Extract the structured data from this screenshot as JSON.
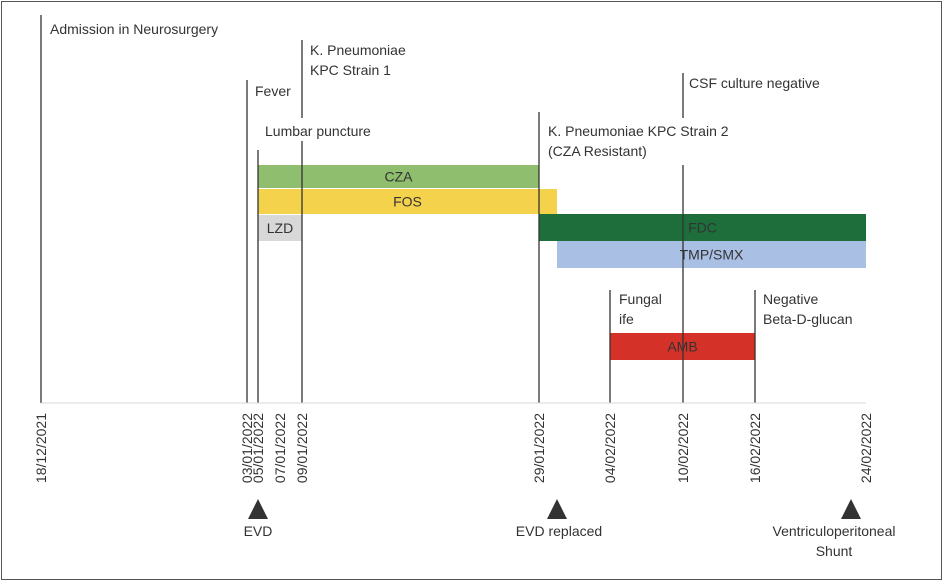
{
  "timeline": {
    "dates": [
      "18/12/2021",
      "03/01/2022",
      "05/01/2022",
      "07/01/2022",
      "09/01/2022",
      "29/01/2022",
      "04/02/2022",
      "10/02/2022",
      "16/02/2022",
      "24/02/2022"
    ],
    "events": [
      {
        "id": "admission",
        "lines": [
          "Admission in Neurosurgery"
        ]
      },
      {
        "id": "fever",
        "lines": [
          "Fever"
        ]
      },
      {
        "id": "lumbar",
        "lines": [
          "Lumbar puncture"
        ]
      },
      {
        "id": "kpc1",
        "lines": [
          "K. Pneumoniae",
          "KPC Strain 1"
        ]
      },
      {
        "id": "kpc2",
        "lines": [
          "K. Pneumoniae  KPC Strain 2",
          "(CZA Resistant)"
        ]
      },
      {
        "id": "csf",
        "lines": [
          "CSF culture negative"
        ]
      },
      {
        "id": "fungal",
        "lines": [
          "Fungal",
          " ife"
        ]
      },
      {
        "id": "glucan",
        "lines": [
          "Negative",
          "Beta-D-glucan"
        ]
      }
    ],
    "therapies": [
      {
        "label": "CZA",
        "start": "05/01/2022",
        "end": "29/01/2022",
        "color": "#8fbe6e",
        "text_color": "#222222"
      },
      {
        "label": "FOS",
        "start": "05/01/2022",
        "end": "31/01/2022",
        "color": "#f5d24b",
        "text_color": "#222222"
      },
      {
        "label": "LZD",
        "start": "05/01/2022",
        "end": "09/01/2022",
        "color": "#d8d8d8",
        "text_color": "#222222"
      },
      {
        "label": "FDC",
        "start": "29/01/2022",
        "end": "24/02/2022",
        "color": "#1e6e3c",
        "text_color": "#ffffff"
      },
      {
        "label": "TMP/SMX",
        "start": "31/01/2022",
        "end": "24/02/2022",
        "color": "#a9bfe3",
        "text_color": "#222222"
      },
      {
        "label": "AMB",
        "start": "04/02/2022",
        "end": "16/02/2022",
        "color": "#d43228",
        "text_color": "#ffffff"
      }
    ],
    "procedures": [
      {
        "id": "evd",
        "lines": [
          "EVD"
        ]
      },
      {
        "id": "evd-replaced",
        "lines": [
          "EVD replaced"
        ]
      },
      {
        "id": "vp-shunt",
        "lines": [
          "Ventriculoperitoneal",
          "Shunt"
        ]
      }
    ]
  }
}
